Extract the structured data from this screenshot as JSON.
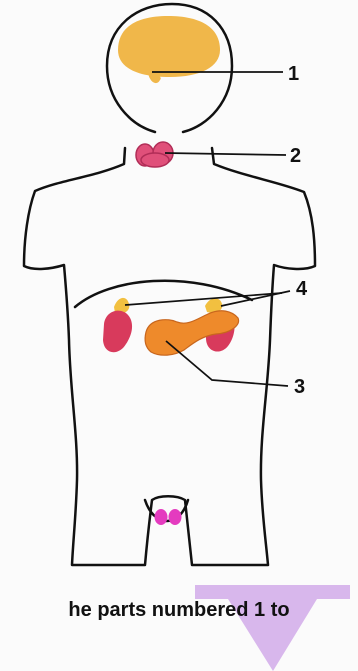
{
  "labels": {
    "one": "1",
    "two": "2",
    "three": "3",
    "four": "4"
  },
  "caption": "he parts numbered 1 to",
  "colors": {
    "outline": "#111111",
    "brain": "#f0b74a",
    "thyroid": "#e0507a",
    "adrenal": "#f2c040",
    "kidney": "#d83a5c",
    "pancreas": "#ee8a2b",
    "testes": "#e43bbf",
    "arrow": "#d8b7ec"
  },
  "icons": {
    "arrow": "down-arrow-icon"
  }
}
